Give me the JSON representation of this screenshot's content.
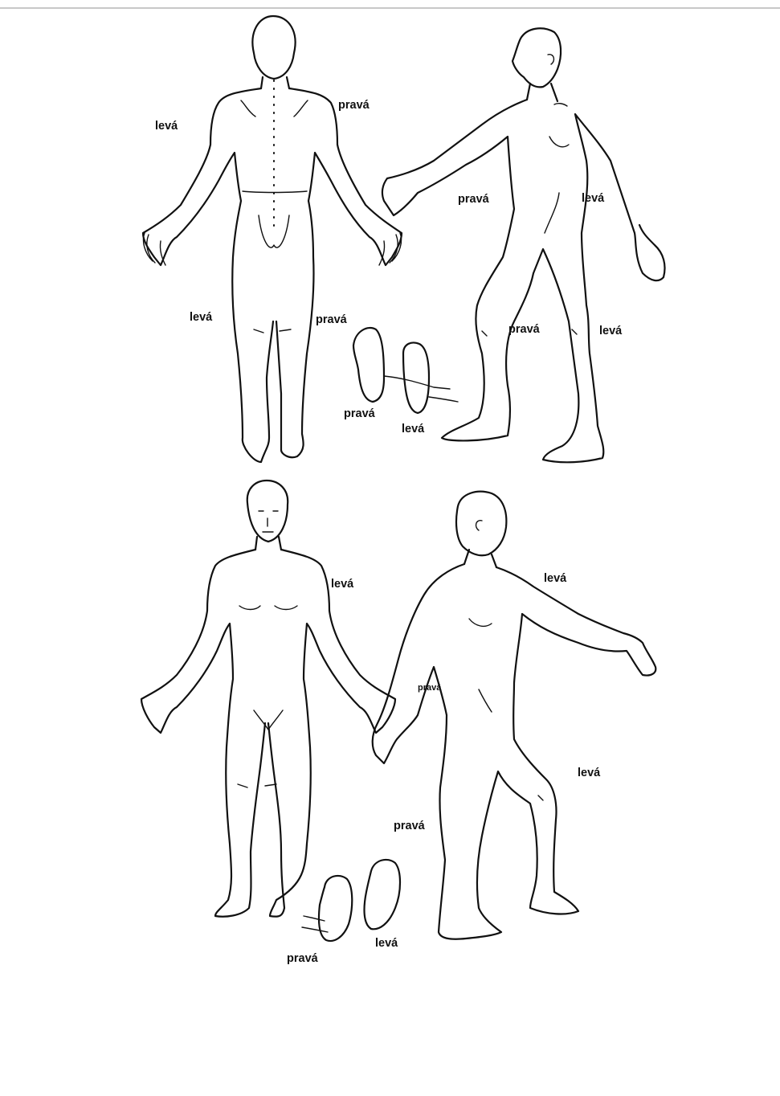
{
  "labels": {
    "back_left_shoulder": "levá",
    "back_right_shoulder": "pravá",
    "back_left_leg": "levá",
    "back_right_leg": "pravá",
    "side_right_arm": "pravá",
    "side_left_arm": "levá",
    "side_right_leg": "pravá",
    "side_left_leg": "levá",
    "soles_right_top": "pravá",
    "soles_left_top": "levá",
    "front_left_shoulder": "levá",
    "side2_left_arm": "levá",
    "side2_right_arm": "pravá",
    "side2_left_leg": "levá",
    "side2_right_leg": "pravá",
    "soles_left_bottom": "levá",
    "soles_right_bottom": "pravá"
  },
  "colors": {
    "line": "#111111",
    "background": "#ffffff",
    "rule": "#c8c8c8"
  }
}
